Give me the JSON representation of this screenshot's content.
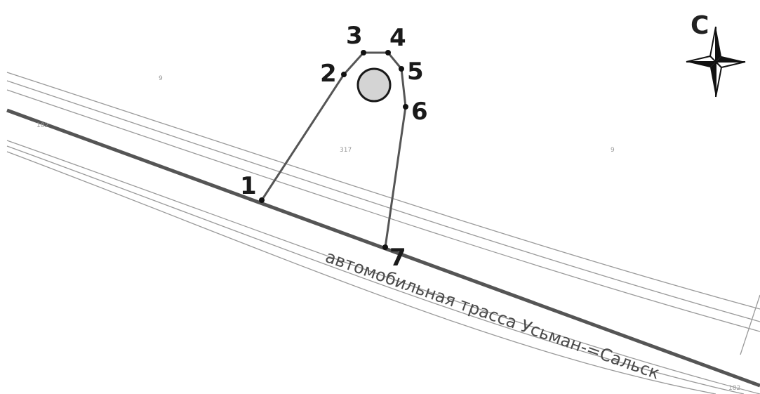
{
  "compass": {
    "label": "С"
  },
  "road": {
    "label": "автомобильная трасса Усьман-=Сальск"
  },
  "parcel_labels": {
    "left": "9",
    "center": "317",
    "right": "9",
    "road_left": "182",
    "road_right": "182"
  },
  "boundary_points": [
    {
      "label": "1"
    },
    {
      "label": "2"
    },
    {
      "label": "3"
    },
    {
      "label": "4"
    },
    {
      "label": "5"
    },
    {
      "label": "6"
    },
    {
      "label": "7"
    }
  ],
  "colors": {
    "road_main": "#555555",
    "road_thin": "#9a9a9a",
    "boundary": "#555555",
    "circle_fill": "#d4d4d4"
  }
}
